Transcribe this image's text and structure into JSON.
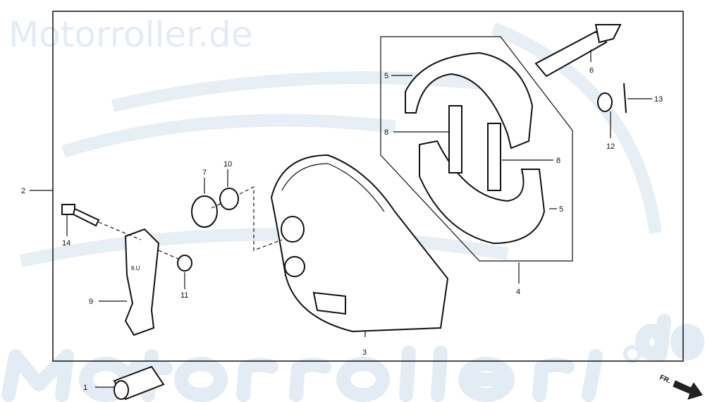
{
  "watermark": {
    "top": "Motorroller.de",
    "bottom": "Motorroller",
    "bottom_suffix": ".de"
  },
  "direction_marker": {
    "label": "FR."
  },
  "part_stamp": "8.U",
  "callouts": [
    "1",
    "2",
    "3",
    "4",
    "5",
    "5",
    "6",
    "7",
    "8",
    "8",
    "9",
    "10",
    "11",
    "12",
    "13",
    "14"
  ]
}
